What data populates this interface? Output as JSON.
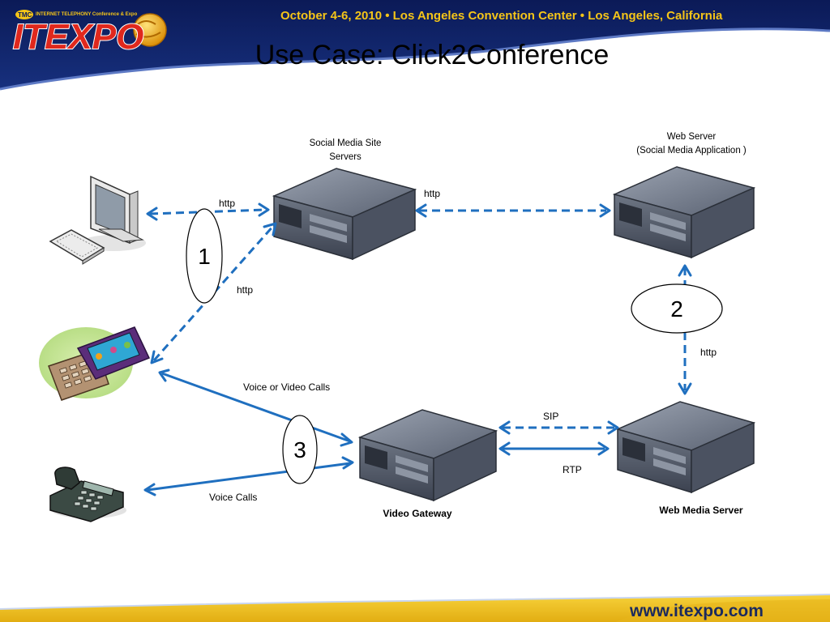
{
  "header": {
    "event_date_location": "October 4-6, 2010 • Los Angeles Convention Center • Los Angeles, California",
    "logo": {
      "text": "ITEXPO",
      "tagline": "INTERNET TELEPHONY Conference & Expo",
      "badge": "TMC"
    }
  },
  "title": "Use Case:  Click2Conference",
  "nodes": {
    "social_media_servers": {
      "line1": "Social Media Site",
      "line2": "Servers"
    },
    "web_server": {
      "line1": "Web Server",
      "line2": "(Social Media Application )"
    },
    "video_gateway": {
      "label": "Video Gateway"
    },
    "web_media_server": {
      "label": "Web Media Server"
    }
  },
  "connections": {
    "pc_http": "http",
    "mobile_http": "http",
    "servers_http": "http",
    "webserver_http": "http",
    "voice_video_calls": "Voice or Video Calls",
    "voice_calls": "Voice Calls",
    "sip": "SIP",
    "rtp": "RTP"
  },
  "steps": [
    "1",
    "2",
    "3"
  ],
  "footer": {
    "url": "www.itexpo.com"
  },
  "colors": {
    "navy": "#0b1a57",
    "gold": "#f5c518",
    "arrow_blue": "#1f6fbf",
    "logo_red": "#e0281d"
  },
  "icons": [
    "desktop-computer-icon",
    "mobile-phone-icon",
    "desk-phone-icon",
    "server-icon"
  ]
}
